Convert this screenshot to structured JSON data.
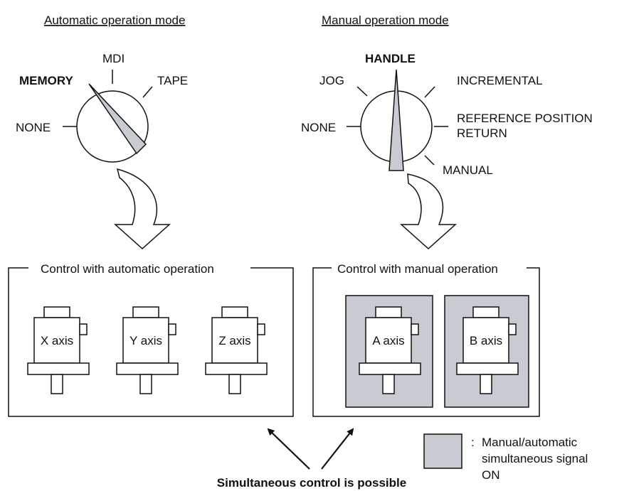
{
  "modes": {
    "automatic": {
      "heading": "Automatic operation mode",
      "positions": [
        "NONE",
        "MEMORY",
        "MDI",
        "TAPE"
      ],
      "selected": "MEMORY"
    },
    "manual": {
      "heading": "Manual operation mode",
      "positions": [
        "NONE",
        "JOG",
        "HANDLE",
        "INCREMENTAL",
        "REFERENCE POSITION",
        "RETURN",
        "MANUAL"
      ],
      "selected": "HANDLE"
    }
  },
  "panels": {
    "automatic": {
      "title": "Control with automatic operation",
      "axes": [
        "X axis",
        "Y axis",
        "Z axis"
      ]
    },
    "manual": {
      "title": "Control with manual operation",
      "axes": [
        "A axis",
        "B axis"
      ]
    }
  },
  "legend": {
    "prefix": ":",
    "lines": [
      "Manual/automatic",
      "simultaneous signal",
      "ON"
    ]
  },
  "caption": "Simultaneous control is possible",
  "colors": {
    "highlight": "#c8cbd2",
    "stroke": "#111111"
  }
}
